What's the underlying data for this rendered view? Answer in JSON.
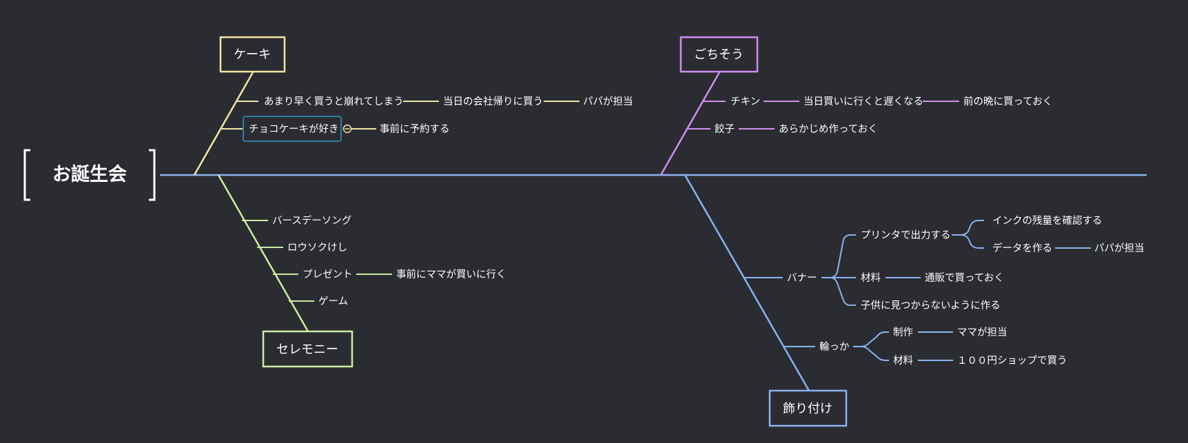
{
  "colors": {
    "background": "#2b2c31",
    "spine": "#8ab4f0",
    "cake": "#f3e6a5",
    "feast": "#cf8ff0",
    "ceremony": "#cbeea4",
    "decoration": "#8ab4f0",
    "selected": "#2e7fa3",
    "text": "#ffffff"
  },
  "diagram": {
    "title": "お誕生会",
    "branches": {
      "cake": {
        "label": "ケーキ",
        "items": {
          "a": "あまり早く買うと崩れてしまう",
          "a1": "当日の会社帰りに買う",
          "a2": "パパが担当",
          "b": "チョコケーキが好き",
          "b1": "事前に予約する"
        }
      },
      "feast": {
        "label": "ごちそう",
        "items": {
          "a": "チキン",
          "a1": "当日買いに行くと遅くなる",
          "a2": "前の晩に買っておく",
          "b": "餃子",
          "b1": "あらかじめ作っておく"
        }
      },
      "ceremony": {
        "label": "セレモニー",
        "items": {
          "a": "バースデーソング",
          "b": "ロウソクけし",
          "c": "プレゼント",
          "c1": "事前にママが買いに行く",
          "d": "ゲーム"
        }
      },
      "decoration": {
        "label": "飾り付け",
        "items": {
          "banner": "バナー",
          "printer": "プリンタで出力する",
          "ink": "インクの残量を確認する",
          "data": "データを作る",
          "data_owner": "パパが担当",
          "material": "材料",
          "material_buy": "通販で買っておく",
          "hide": "子供に見つからないように作る",
          "ring": "輪っか",
          "make": "制作",
          "make_owner": "ママが担当",
          "ring_material": "材料",
          "shop": "１００円ショップで買う"
        }
      }
    }
  }
}
